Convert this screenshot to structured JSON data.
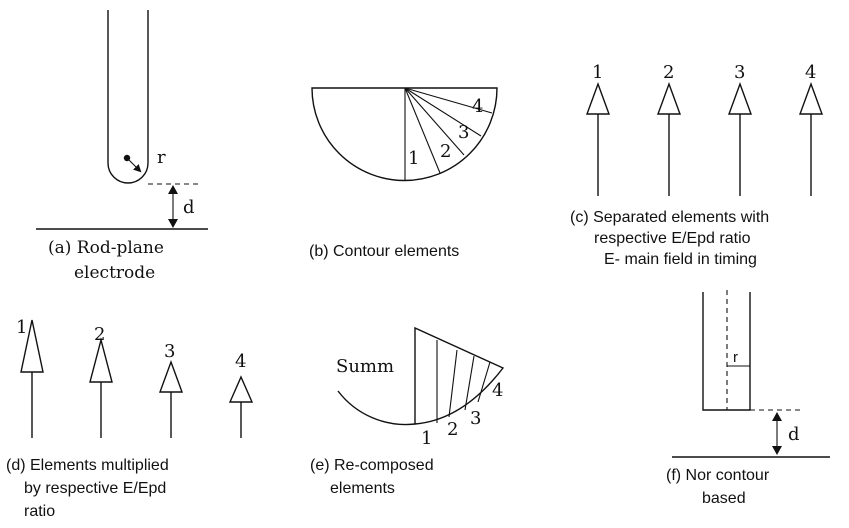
{
  "panel_a": {
    "label_r": "r",
    "label_d": "d",
    "caption_line1": "(a) Rod-plane",
    "caption_line2": "electrode"
  },
  "panel_b": {
    "numbers": [
      "1",
      "2",
      "3",
      "4"
    ],
    "caption": "(b) Contour elements"
  },
  "panel_c": {
    "numbers": [
      "1",
      "2",
      "3",
      "4"
    ],
    "caption_line1": "(c) Separated elements with",
    "caption_line2": "respective E/Epd ratio",
    "caption_line3": "E- main field in timing"
  },
  "panel_d": {
    "numbers": [
      "1",
      "2",
      "3",
      "4"
    ],
    "caption_line1": "(d) Elements multiplied",
    "caption_line2": "by respective E/Epd",
    "caption_line3": "ratio"
  },
  "panel_e": {
    "label_summ": "Summ",
    "numbers": [
      "1",
      "2",
      "3",
      "4"
    ],
    "caption_line1": "(e) Re-composed",
    "caption_line2": "elements"
  },
  "panel_f": {
    "label_r": "r",
    "label_d": "d",
    "caption_line1": "(f) Nor contour",
    "caption_line2": "based"
  }
}
